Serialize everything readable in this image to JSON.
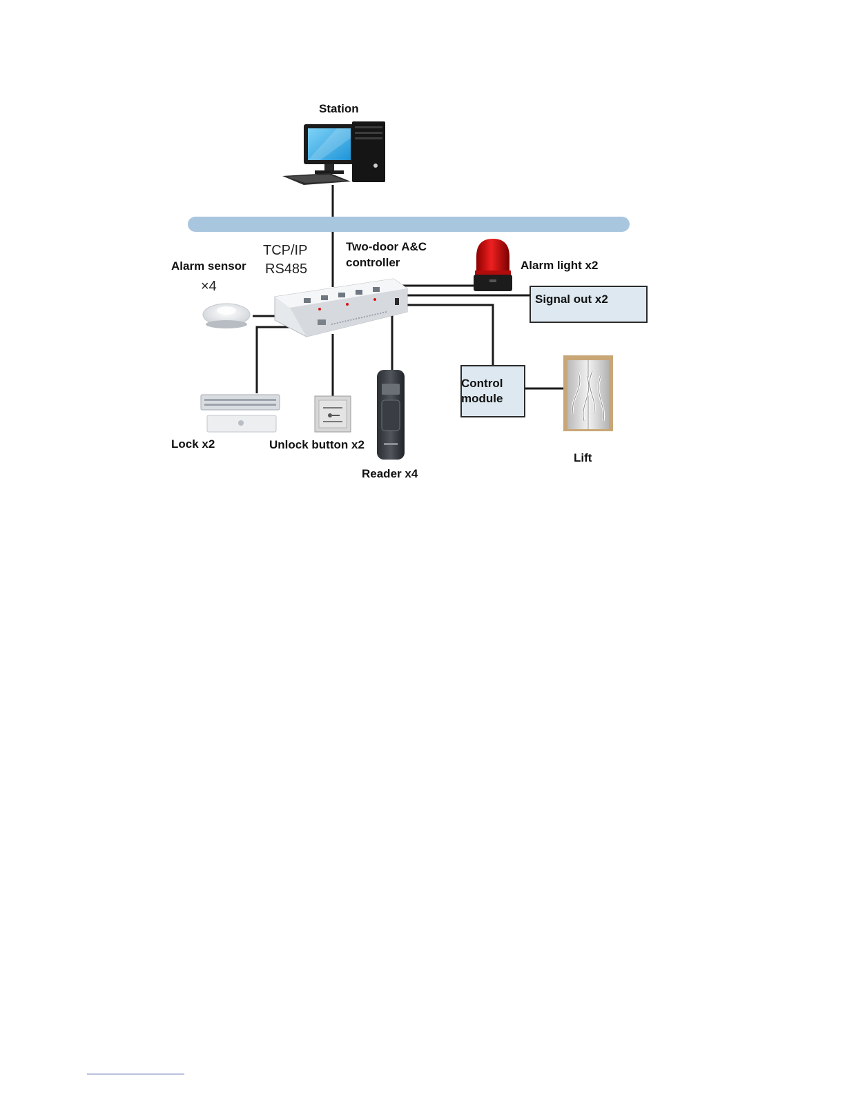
{
  "colors": {
    "bus": "#a9c6df",
    "box_fill": "#dde8f0",
    "box_border": "#2b2b2b",
    "alarm_light": "#d51414",
    "wire": "#1a1a1a",
    "footnote_rule": "#2a3f9c"
  },
  "diagram": {
    "station": {
      "label": "Station",
      "icon": "desktop-computer-icon"
    },
    "network": {
      "protocol_line1": "TCP/IP",
      "protocol_line2": "RS485"
    },
    "controller": {
      "label_line1": "Two-door A&C",
      "label_line2": "controller",
      "icon": "access-controller-icon"
    },
    "alarm_sensor": {
      "label_line1": "Alarm sensor",
      "label_line2": "×4",
      "icon": "smoke-sensor-icon"
    },
    "alarm_light": {
      "label": "Alarm light x2",
      "icon": "alarm-beacon-icon"
    },
    "signal_out": {
      "label": "Signal out x2"
    },
    "control_module": {
      "label_line1": "Control",
      "label_line2": "module"
    },
    "lift": {
      "label": "Lift",
      "icon": "elevator-door-icon"
    },
    "lock": {
      "label": "Lock x2",
      "icon": "magnetic-lock-icon"
    },
    "unlock_button": {
      "label": "Unlock button x2",
      "icon": "exit-button-icon"
    },
    "reader": {
      "label": "Reader x4",
      "icon": "card-reader-icon"
    }
  }
}
